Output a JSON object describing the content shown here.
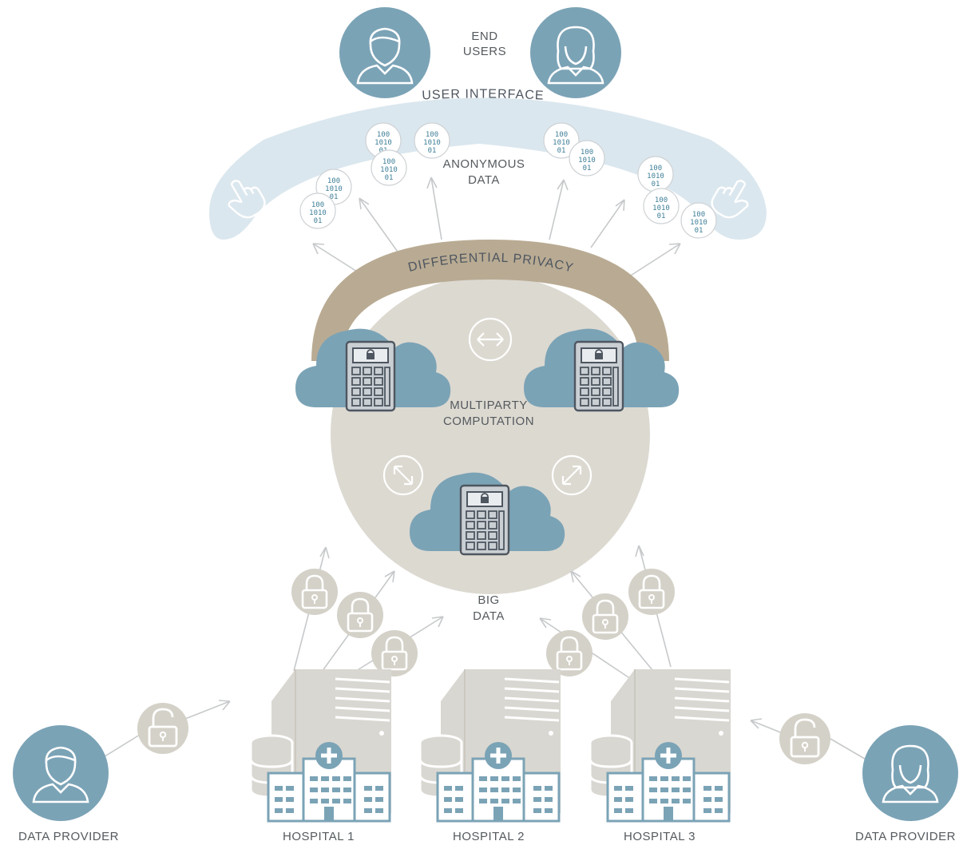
{
  "labels": {
    "end_users_l1": "END",
    "end_users_l2": "USERS",
    "user_interface": "USER INTERFACE",
    "anonymous_l1": "ANONYMOUS",
    "anonymous_l2": "DATA",
    "differential_privacy": "DIFFERENTIAL PRIVACY",
    "mpc_l1": "MULTIPARTY",
    "mpc_l2": "COMPUTATION",
    "big_data_l1": "BIG",
    "big_data_l2": "DATA",
    "hospital_1": "HOSPITAL 1",
    "hospital_2": "HOSPITAL 2",
    "hospital_3": "HOSPITAL 3",
    "data_provider_left": "DATA PROVIDER",
    "data_provider_right": "DATA PROVIDER"
  },
  "binary": {
    "l1": "100",
    "l2": "1010",
    "l3": "01"
  },
  "colors": {
    "blue_teal": "#7ba3b6",
    "blue_light": "#dbe7ee",
    "mpc_circle": "#dcd9d1",
    "privacy_band": "#b9ab93",
    "lock_gray": "#d4d1c8",
    "building_gray": "#d9d7d1",
    "text": "#555a5e"
  },
  "icons": [
    "user-male-icon",
    "user-female-icon",
    "hand-pointer-icon",
    "binary-data-icon",
    "cloud-calculator-icon",
    "swap-arrows-icon",
    "lock-icon",
    "unlock-icon",
    "server-icon",
    "hospital-icon",
    "database-icon"
  ]
}
